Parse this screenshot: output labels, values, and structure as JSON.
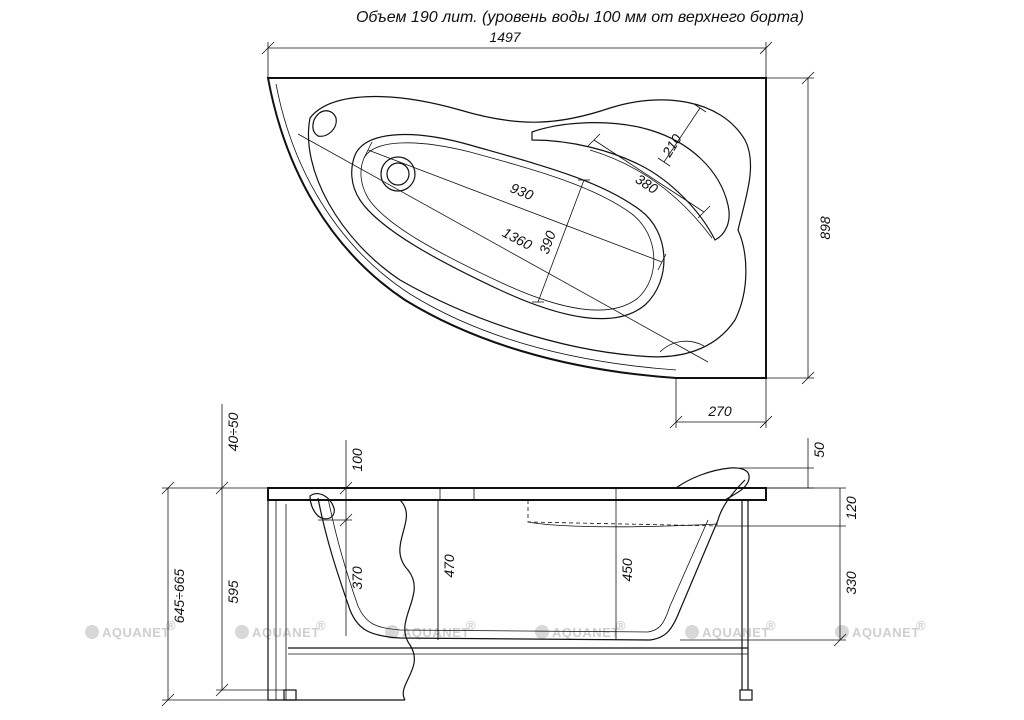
{
  "title": "Объем 190 лит. (уровень воды 100 мм от верхнего борта)",
  "brand": "AQUANET",
  "watermark_mark": "®",
  "top_view": {
    "width_label": "1497",
    "depth_label": "898",
    "offset_label": "270",
    "diagonal_label": "1360",
    "inner_length_label": "930",
    "inner_width_label": "390",
    "seat_length_label": "380",
    "seat_width_label": "210"
  },
  "side_view": {
    "total_height_label": "645÷665",
    "rim_height_label": "595",
    "leg_adjust_label": "40÷50",
    "water_level_label": "100",
    "depth_370_label": "370",
    "depth_470_label": "470",
    "depth_450_label": "450",
    "headrest_label": "50",
    "rim_thickness_label": "120",
    "step_label": "330"
  }
}
